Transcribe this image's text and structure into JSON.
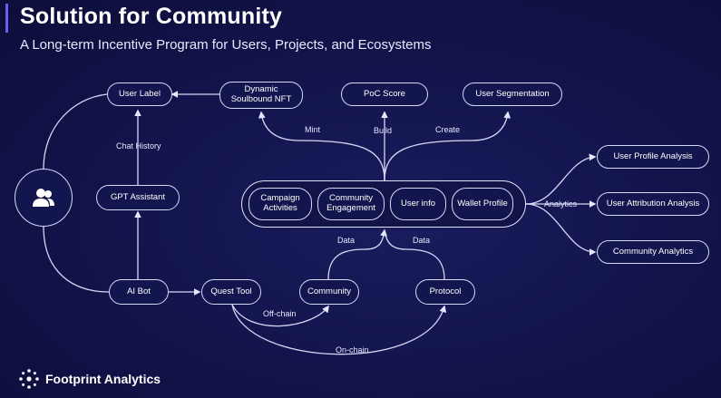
{
  "header": {
    "title": "Solution for Community",
    "subtitle": "A Long-term Incentive Program for Users, Projects, and Ecosystems"
  },
  "nodes": {
    "user_label": "User Label",
    "dynamic_nft": "Dynamic\nSoulbound NFT",
    "poc_score": "PoC Score",
    "user_segmentation": "User Segmentation",
    "gpt_assistant": "GPT Assistant",
    "ai_bot": "AI Bot",
    "quest_tool": "Quest Tool",
    "community": "Community",
    "protocol": "Protocol",
    "campaign_activities": "Campaign\nActivities",
    "community_engagement": "Community\nEngagement",
    "user_info": "User info",
    "wallet_profile": "Wallet Profile",
    "user_profile_analysis": "User Profile Analysis",
    "user_attribution_analysis": "User Attribution Analysis",
    "community_analytics": "Community Analytics"
  },
  "edge_labels": {
    "chat_history": "Chat History",
    "mint": "Mint",
    "build": "Build",
    "create": "Create",
    "analytics": "Analytics",
    "data_left": "Data",
    "data_right": "Data",
    "off_chain": "Off-chain",
    "on_chain": "On-chain"
  },
  "branding": {
    "name": "Footprint Analytics"
  },
  "icons": {
    "user_group": "users-icon",
    "logo": "footprint-logo-icon"
  },
  "colors": {
    "background": "#12134a",
    "accent": "#6f5cf5",
    "line": "#d6d8f6"
  }
}
